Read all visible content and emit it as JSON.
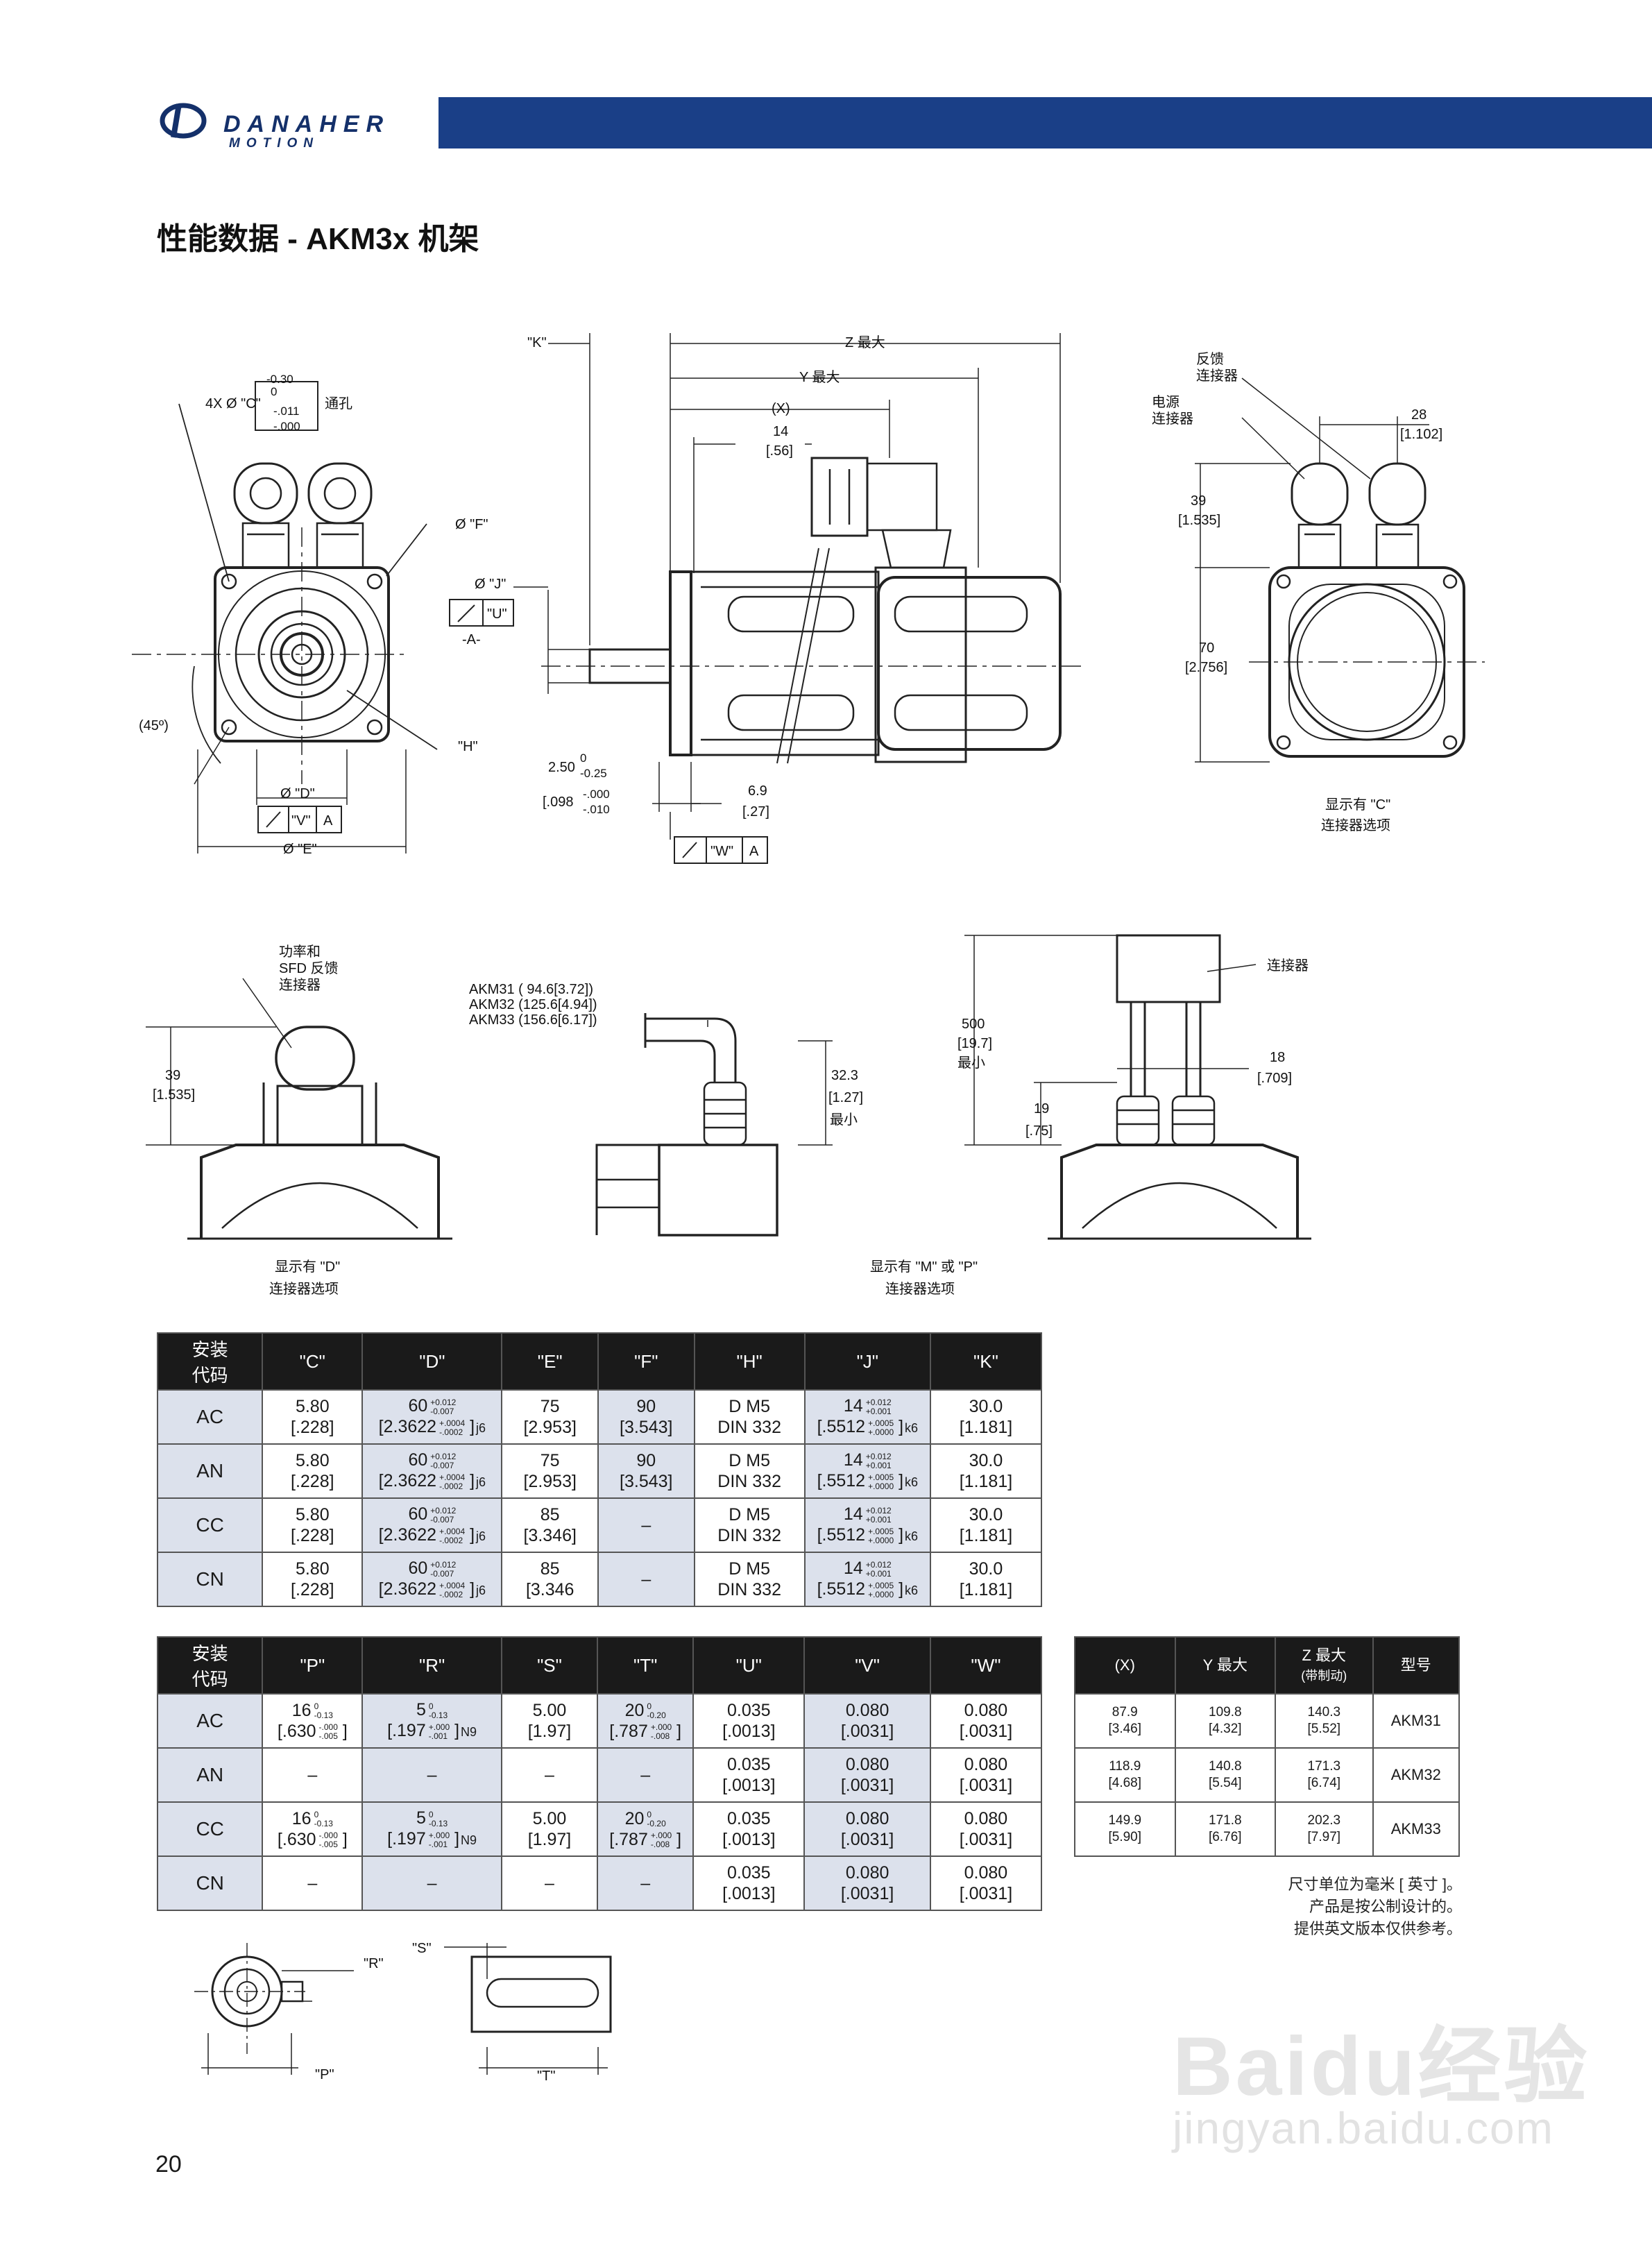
{
  "brand": {
    "name": "DANAHER",
    "sub": "MOTION",
    "bar_color": "#1a3f87",
    "brand_color": "#14306a"
  },
  "page_title": "性能数据 - AKM3x 机架",
  "page_number": "20",
  "drawing_labels": {
    "hole_spec": "4X Ø \"C\"",
    "tol_upper": "-0.30",
    "tol_zero": "0",
    "tol_a": "-.011",
    "tol_b": "-.000",
    "through_hole": "通孔",
    "dia_f": "Ø \"F\"",
    "dia_j": "Ø \"J\"",
    "u_box": "\"U\"",
    "datum_a": "-A-",
    "h_label": "\"H\"",
    "angle": "(45º)",
    "dia_d": "Ø \"D\"",
    "v_box": "\"V\"",
    "a_box": "A",
    "dia_e": "Ø \"E\"",
    "k_label": "\"K\"",
    "z_max": "Z 最大",
    "y_max": "Y 最大",
    "x_label": "(X)",
    "dim_14": "14",
    "dim_14_in": "[.56]",
    "dim_250": "2.50",
    "dim_250_tol_a": "0",
    "dim_250_tol_b": "-0.25",
    "dim_098": "[.098",
    "dim_098_tol_a": "-.000",
    "dim_098_tol_b": "-.010",
    "dim_69": "6.9",
    "dim_69_in": "[.27]",
    "w_box": "\"W\"",
    "feedback_conn": "反馈",
    "feedback_conn2": "连接器",
    "power_conn": "电源",
    "power_conn2": "连接器",
    "dim_28": "28",
    "dim_28_in": "[1.102]",
    "dim_39": "39",
    "dim_39_in": "[1.535]",
    "dim_70": "70",
    "dim_70_in": "[2.756]",
    "show_c": "显示有 \"C\"",
    "conn_option": "连接器选项",
    "power_sfd_1": "功率和",
    "power_sfd_2": "SFD 反馈",
    "power_sfd_3": "连接器",
    "akm31": "AKM31 ( 94.6[3.72])",
    "akm32": "AKM32 (125.6[4.94])",
    "akm33": "AKM33 (156.6[6.17])",
    "dim_323": "32.3",
    "dim_323_in": "[1.27]",
    "min_label": "最小",
    "dim_500": "500",
    "dim_500_in": "[19.7]",
    "connector": "连接器",
    "dim_18": "18",
    "dim_18_in": "[.709]",
    "dim_19": "19",
    "dim_19_in": "[.75]",
    "show_d": "显示有 \"D\"",
    "show_mp": "显示有 \"M\" 或 \"P\"",
    "r_label": "\"R\"",
    "s_label": "\"S\"",
    "p_label": "\"P\"",
    "t_label": "\"T\""
  },
  "table1": {
    "headers": [
      "安装\n代码",
      "\"C\"",
      "\"D\"",
      "\"E\"",
      "\"F\"",
      "\"H\"",
      "\"J\"",
      "\"K\""
    ],
    "rows": [
      {
        "code": "AC",
        "c": "5.80",
        "c_in": "[.228]",
        "d": "60",
        "d_tol_a": "+0.012",
        "d_tol_b": "-0.007",
        "d_in": "[2.3622",
        "d_in_tol_a": "+.0004",
        "d_in_tol_b": "-.0002",
        "d_fit": "j6",
        "e": "75",
        "e_in": "[2.953]",
        "f": "90",
        "f_in": "[3.543]",
        "h": "D M5",
        "h2": "DIN 332",
        "j": "14",
        "j_tol_a": "+0.012",
        "j_tol_b": "+0.001",
        "j_in": "[.5512",
        "j_in_tol_a": "+.0005",
        "j_in_tol_b": "+.0000",
        "j_fit": "k6",
        "k": "30.0",
        "k_in": "[1.181]"
      },
      {
        "code": "AN",
        "c": "5.80",
        "c_in": "[.228]",
        "d": "60",
        "d_tol_a": "+0.012",
        "d_tol_b": "-0.007",
        "d_in": "[2.3622",
        "d_in_tol_a": "+.0004",
        "d_in_tol_b": "-.0002",
        "d_fit": "j6",
        "e": "75",
        "e_in": "[2.953]",
        "f": "90",
        "f_in": "[3.543]",
        "h": "D M5",
        "h2": "DIN 332",
        "j": "14",
        "j_tol_a": "+0.012",
        "j_tol_b": "+0.001",
        "j_in": "[.5512",
        "j_in_tol_a": "+.0005",
        "j_in_tol_b": "+.0000",
        "j_fit": "k6",
        "k": "30.0",
        "k_in": "[1.181]"
      },
      {
        "code": "CC",
        "c": "5.80",
        "c_in": "[.228]",
        "d": "60",
        "d_tol_a": "+0.012",
        "d_tol_b": "-0.007",
        "d_in": "[2.3622",
        "d_in_tol_a": "+.0004",
        "d_in_tol_b": "-.0002",
        "d_fit": "j6",
        "e": "85",
        "e_in": "[3.346]",
        "f": "–",
        "f_in": "",
        "h": "D M5",
        "h2": "DIN 332",
        "j": "14",
        "j_tol_a": "+0.012",
        "j_tol_b": "+0.001",
        "j_in": "[.5512",
        "j_in_tol_a": "+.0005",
        "j_in_tol_b": "+.0000",
        "j_fit": "k6",
        "k": "30.0",
        "k_in": "[1.181]"
      },
      {
        "code": "CN",
        "c": "5.80",
        "c_in": "[.228]",
        "d": "60",
        "d_tol_a": "+0.012",
        "d_tol_b": "-0.007",
        "d_in": "[2.3622",
        "d_in_tol_a": "+.0004",
        "d_in_tol_b": "-.0002",
        "d_fit": "j6",
        "e": "85",
        "e_in": "[3.346",
        "f": "–",
        "f_in": "",
        "h": "D M5",
        "h2": "DIN 332",
        "j": "14",
        "j_tol_a": "+0.012",
        "j_tol_b": "+0.001",
        "j_in": "[.5512",
        "j_in_tol_a": "+.0005",
        "j_in_tol_b": "+.0000",
        "j_fit": "k6",
        "k": "30.0",
        "k_in": "[1.181]"
      }
    ]
  },
  "table2": {
    "headers": [
      "安装\n代码",
      "\"P\"",
      "\"R\"",
      "\"S\"",
      "\"T\"",
      "\"U\"",
      "\"V\"",
      "\"W\""
    ],
    "rows": [
      {
        "code": "AC",
        "p": "16",
        "p_tol_a": "0",
        "p_tol_b": "-0.13",
        "p_in": "[.630",
        "p_in_tol_a": "-.000",
        "p_in_tol_b": "-.005",
        "r": "5",
        "r_tol_a": "0",
        "r_tol_b": "-0.13",
        "r_in": "[.197",
        "r_in_tol_a": "+.000",
        "r_in_tol_b": "-.001",
        "r_fit": "N9",
        "s": "5.00",
        "s_in": "[1.97]",
        "t": "20",
        "t_tol_a": "0",
        "t_tol_b": "-0.20",
        "t_in": "[.787",
        "t_in_tol_a": "+.000",
        "t_in_tol_b": "-.008",
        "u": "0.035",
        "u_in": "[.0013]",
        "v": "0.080",
        "v_in": "[.0031]",
        "w": "0.080",
        "w_in": "[.0031]"
      },
      {
        "code": "AN",
        "p": "–",
        "r": "–",
        "s": "–",
        "t": "–",
        "u": "0.035",
        "u_in": "[.0013]",
        "v": "0.080",
        "v_in": "[.0031]",
        "w": "0.080",
        "w_in": "[.0031]"
      },
      {
        "code": "CC",
        "p": "16",
        "p_tol_a": "0",
        "p_tol_b": "-0.13",
        "p_in": "[.630",
        "p_in_tol_a": "-.000",
        "p_in_tol_b": "-.005",
        "r": "5",
        "r_tol_a": "0",
        "r_tol_b": "-0.13",
        "r_in": "[.197",
        "r_in_tol_a": "+.000",
        "r_in_tol_b": "-.001",
        "r_fit": "N9",
        "s": "5.00",
        "s_in": "[1.97]",
        "t": "20",
        "t_tol_a": "0",
        "t_tol_b": "-0.20",
        "t_in": "[.787",
        "t_in_tol_a": "+.000",
        "t_in_tol_b": "-.008",
        "u": "0.035",
        "u_in": "[.0013]",
        "v": "0.080",
        "v_in": "[.0031]",
        "w": "0.080",
        "w_in": "[.0031]"
      },
      {
        "code": "CN",
        "p": "–",
        "r": "–",
        "s": "–",
        "t": "–",
        "u": "0.035",
        "u_in": "[.0013]",
        "v": "0.080",
        "v_in": "[.0031]",
        "w": "0.080",
        "w_in": "[.0031]"
      }
    ]
  },
  "table3": {
    "headers": {
      "x": "(X)",
      "y": "Y 最大",
      "z": "Z 最大",
      "z_sub": "(带制动)",
      "model": "型号"
    },
    "rows": [
      {
        "x": "87.9",
        "x_in": "[3.46]",
        "y": "109.8",
        "y_in": "[4.32]",
        "z": "140.3",
        "z_in": "[5.52]",
        "model": "AKM31"
      },
      {
        "x": "118.9",
        "x_in": "[4.68]",
        "y": "140.8",
        "y_in": "[5.54]",
        "z": "171.3",
        "z_in": "[6.74]",
        "model": "AKM32"
      },
      {
        "x": "149.9",
        "x_in": "[5.90]",
        "y": "171.8",
        "y_in": "[6.76]",
        "z": "202.3",
        "z_in": "[7.97]",
        "model": "AKM33"
      }
    ]
  },
  "notes": [
    "尺寸单位为毫米 [ 英寸 ]。",
    "产品是按公制设计的。",
    "提供英文版本仅供参考。"
  ],
  "watermark": {
    "text": "Baidu经验",
    "url": "jingyan.baidu.com"
  }
}
